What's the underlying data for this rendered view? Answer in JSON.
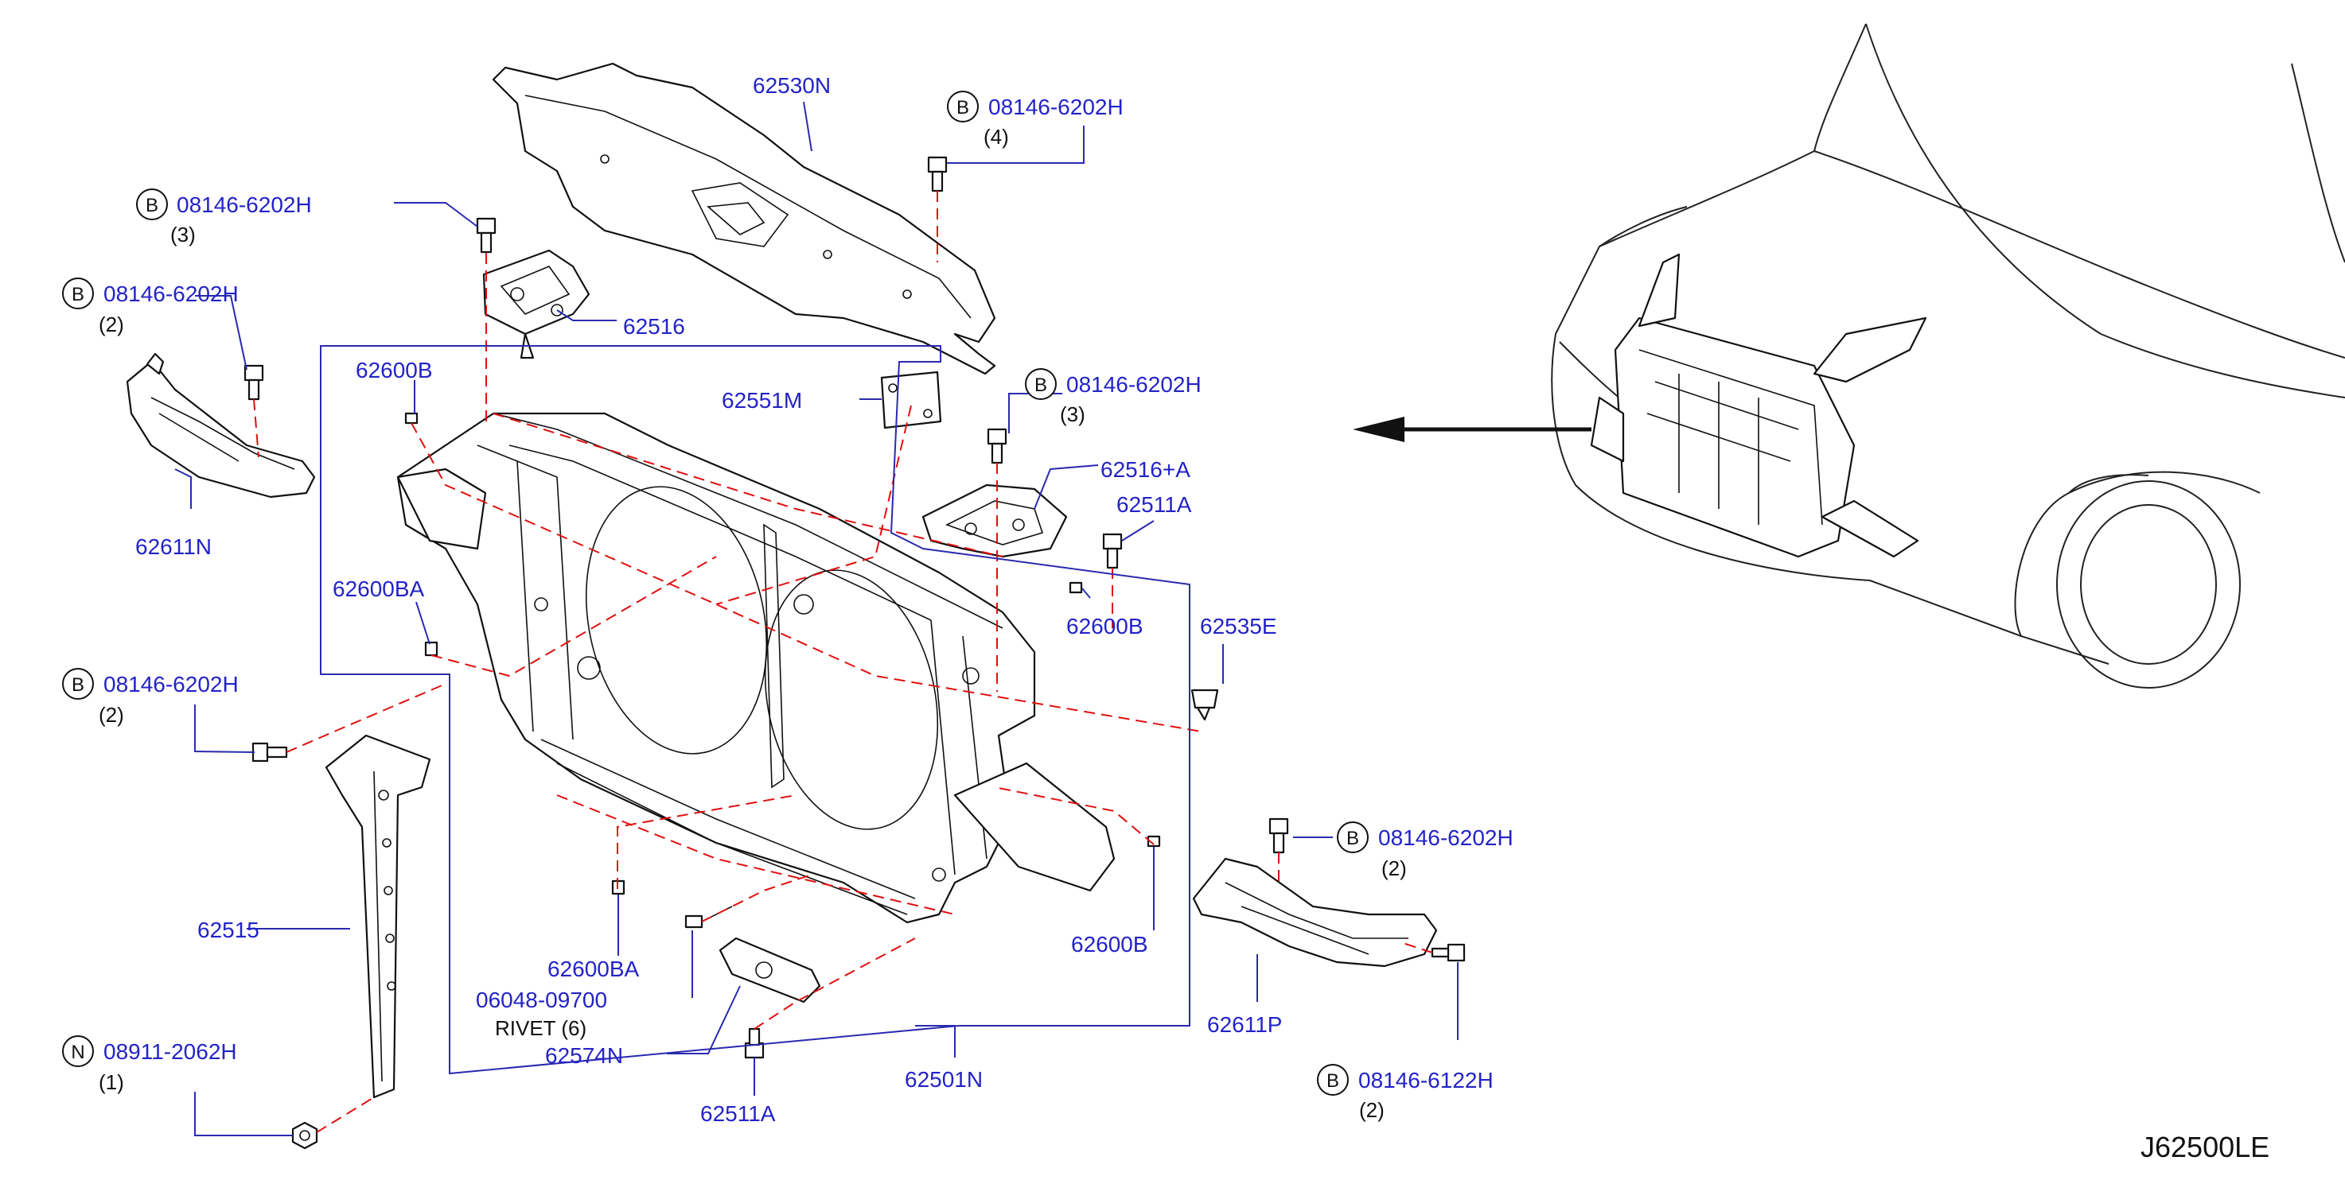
{
  "diagram_code": "J62500LE",
  "callouts": [
    {
      "id": "c-62530N",
      "part": "62530N"
    },
    {
      "id": "c-bolt-top",
      "prefix": "B",
      "part": "08146-6202H",
      "qty": "(4)"
    },
    {
      "id": "c-bolt-left1",
      "prefix": "B",
      "part": "08146-6202H",
      "qty": "(3)"
    },
    {
      "id": "c-bolt-left2",
      "prefix": "B",
      "part": "08146-6202H",
      "qty": "(2)"
    },
    {
      "id": "c-62516",
      "part": "62516"
    },
    {
      "id": "c-62600B-1",
      "part": "62600B"
    },
    {
      "id": "c-62551M",
      "part": "62551M"
    },
    {
      "id": "c-bolt-right",
      "prefix": "B",
      "part": "08146-6202H",
      "qty": "(3)"
    },
    {
      "id": "c-62516A",
      "part": "62516+A"
    },
    {
      "id": "c-62511A-1",
      "part": "62511A"
    },
    {
      "id": "c-62611N",
      "part": "62611N"
    },
    {
      "id": "c-62600BA-1",
      "part": "62600BA"
    },
    {
      "id": "c-62600B-2",
      "part": "62600B"
    },
    {
      "id": "c-62535E",
      "part": "62535E"
    },
    {
      "id": "c-bolt-left3",
      "prefix": "B",
      "part": "08146-6202H",
      "qty": "(2)"
    },
    {
      "id": "c-bolt-rightlow",
      "prefix": "B",
      "part": "08146-6202H",
      "qty": "(2)"
    },
    {
      "id": "c-62515",
      "part": "62515"
    },
    {
      "id": "c-62600BA-2",
      "part": "62600BA"
    },
    {
      "id": "c-62600B-3",
      "part": "62600B"
    },
    {
      "id": "c-rivet",
      "part": "06048-09700",
      "extra": "RIVET  (6)"
    },
    {
      "id": "c-62611P",
      "part": "62611P"
    },
    {
      "id": "c-nut",
      "prefix": "N",
      "part": "08911-2062H",
      "qty": "(1)"
    },
    {
      "id": "c-62574N",
      "part": "62574N"
    },
    {
      "id": "c-62501N",
      "part": "62501N"
    },
    {
      "id": "c-62511A-2",
      "part": "62511A"
    },
    {
      "id": "c-bolt-6122",
      "prefix": "B",
      "part": "08146-6122H",
      "qty": "(2)"
    }
  ]
}
